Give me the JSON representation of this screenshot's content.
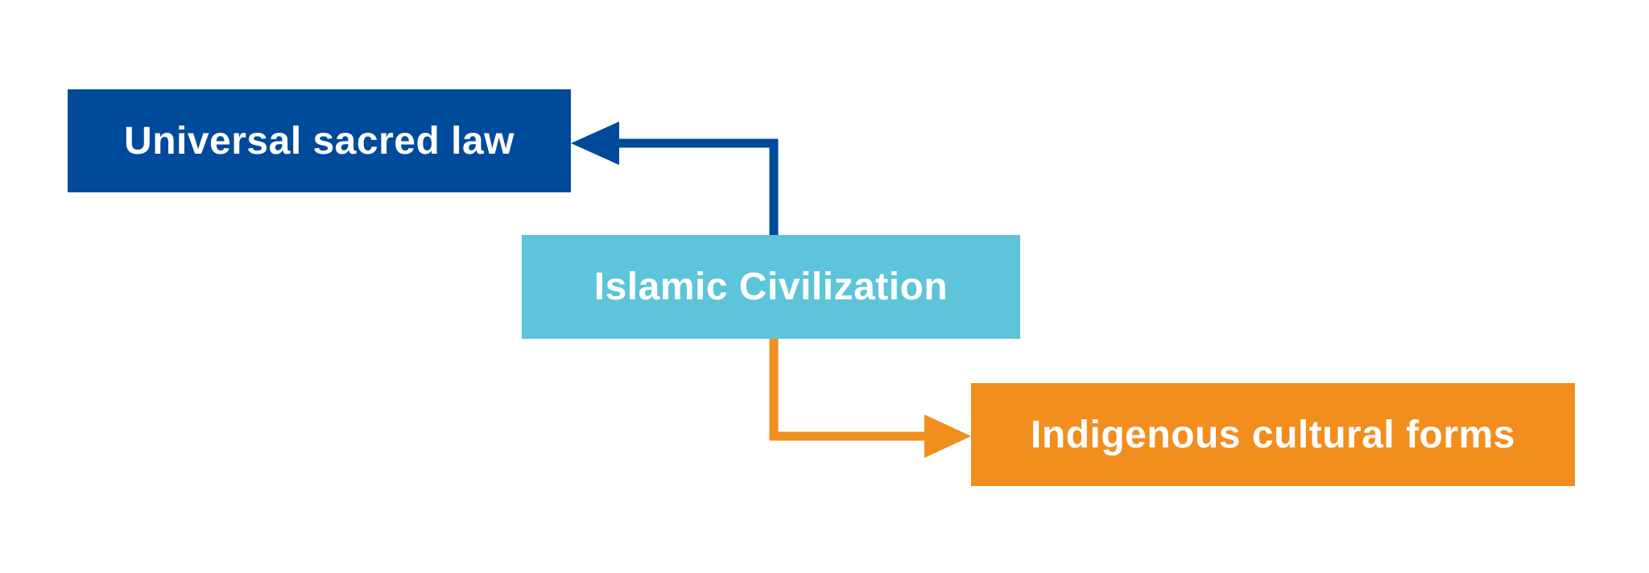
{
  "diagram": {
    "nodes": {
      "center": {
        "label": "Islamic Civilization",
        "color": "#5dc4da"
      },
      "upper": {
        "label": "Universal sacred law",
        "color": "#004a9c"
      },
      "lower": {
        "label": "Indigenous cultural forms",
        "color": "#f28e1e"
      }
    },
    "edges": [
      {
        "from": "Islamic Civilization",
        "to": "Universal sacred law",
        "color": "#004a9c"
      },
      {
        "from": "Islamic Civilization",
        "to": "Indigenous cultural forms",
        "color": "#f28e1e"
      }
    ]
  }
}
